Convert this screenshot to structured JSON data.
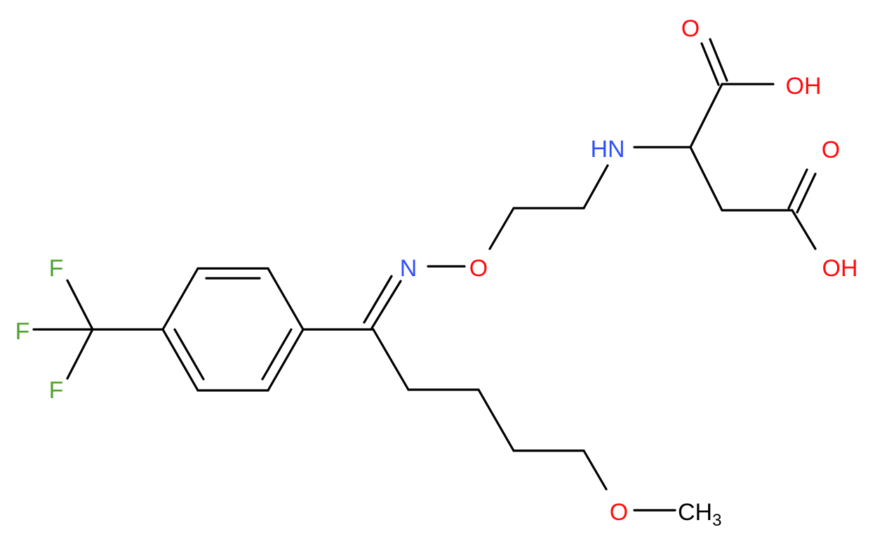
{
  "atoms": {
    "o_carbonyl_1": "O",
    "oh_1": "OH",
    "hn": "HN",
    "o_carbonyl_2": "O",
    "oh_2": "OH",
    "n_oxime": "N",
    "o_oxime": "O",
    "f_1": "F",
    "f_2": "F",
    "f_3": "F",
    "o_ether": "O",
    "ch3_main": "CH",
    "ch3_sub": "3"
  },
  "colors": {
    "bond": "#000000",
    "oxygen": "#ff0d0d",
    "nitrogen": "#3050f8",
    "fluorine": "#4ea22f"
  }
}
